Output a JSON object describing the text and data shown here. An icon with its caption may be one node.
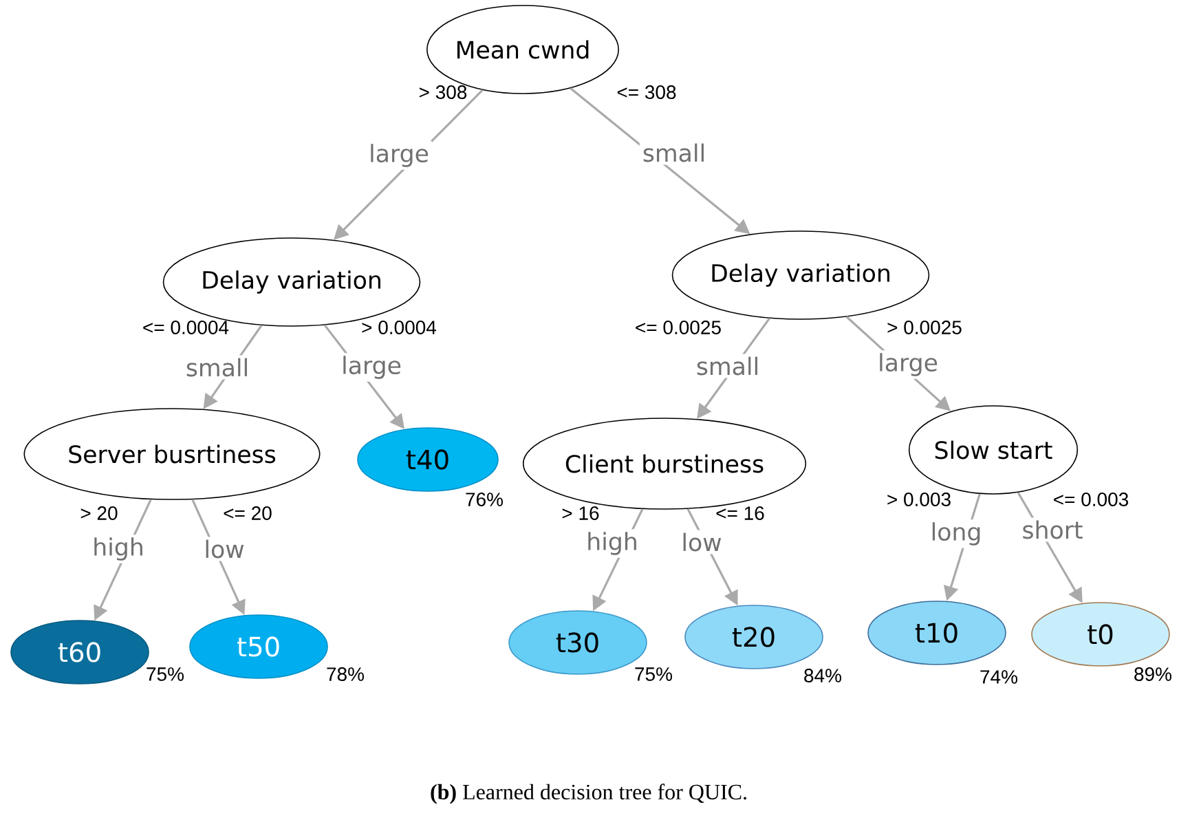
{
  "diagram": {
    "caption": "**(b)** Learned decision tree for QUIC.",
    "nodes": [
      {
        "text": [
          "Mean cwnd"
        ]
      },
      {
        "text": [
          "Delay variation"
        ]
      },
      {
        "text": [
          "Delay variation"
        ]
      },
      {
        "text": [
          "Server busrtiness"
        ]
      },
      {
        "text": [
          "t40"
        ],
        "beside": [
          "76%"
        ]
      },
      {
        "text": [
          "Client burstiness"
        ]
      },
      {
        "text": [
          "Slow start"
        ]
      },
      {
        "text": [
          "t60"
        ],
        "beside": [
          "75%"
        ]
      },
      {
        "text": [
          "t50"
        ],
        "beside": [
          "78%"
        ]
      },
      {
        "text": [
          "t30"
        ],
        "beside": [
          "75%"
        ]
      },
      {
        "text": [
          "t20"
        ],
        "beside": [
          "84%"
        ]
      },
      {
        "text": [
          "t10"
        ],
        "beside": [
          "74%"
        ]
      },
      {
        "text": [
          "t0"
        ],
        "beside": [
          "89%"
        ]
      }
    ],
    "edges": [
      {
        "from": 0,
        "to": 1,
        "arrow": "to",
        "label": "large"
      },
      {
        "from": 0,
        "to": 2,
        "arrow": "to",
        "label": "small"
      },
      {
        "from": 1,
        "to": 3,
        "arrow": "to",
        "label": "small"
      },
      {
        "from": 1,
        "to": 4,
        "arrow": "to",
        "label": "large"
      },
      {
        "from": 2,
        "to": 5,
        "arrow": "to",
        "label": "small"
      },
      {
        "from": 2,
        "to": 6,
        "arrow": "to",
        "label": "large"
      },
      {
        "from": 3,
        "to": 7,
        "arrow": "to",
        "label": "high"
      },
      {
        "from": 3,
        "to": 8,
        "arrow": "to",
        "label": "low"
      },
      {
        "from": 5,
        "to": 9,
        "arrow": "to",
        "label": "high"
      },
      {
        "from": 5,
        "to": 10,
        "arrow": "to",
        "label": "low"
      },
      {
        "from": 6,
        "to": 11,
        "arrow": "to",
        "label": "long"
      },
      {
        "from": 6,
        "to": 12,
        "arrow": "to",
        "label": "short"
      }
    ],
    "labels": [
      "> 308",
      "<= 308",
      "<= 0.0004",
      "> 0.0004",
      "<= 0.0025",
      "> 0.0025",
      "> 20",
      "<= 20",
      "> 16",
      "<= 16",
      "> 0.003",
      "<= 0.003"
    ]
  }
}
